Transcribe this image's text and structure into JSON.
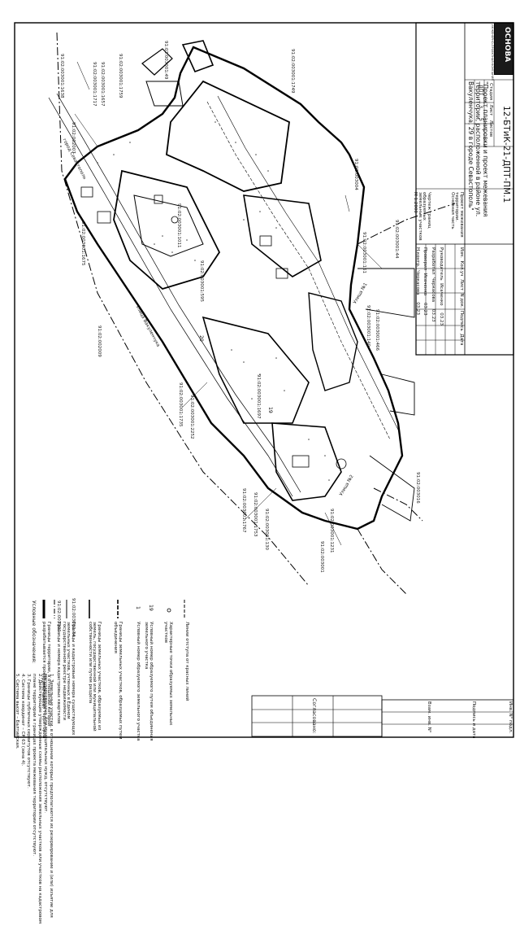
{
  "approval_label": "Согласовано:",
  "left_stamp": {
    "labels": [
      "Инв. N° подл.",
      "Подпись и дата",
      "Взам. инв. N°"
    ]
  },
  "title_block": {
    "doc_code": "12-БТиК-21-ДПТ-ПМ.1",
    "project_title": "\"Проект планировки и проект межевания территории, расположенной в районе ул. Вакуленчука, 29 в городе Севастополь\"",
    "header_row": [
      "Изм.",
      "Кол.уч",
      "Лист",
      "N док.",
      "Подпись",
      "Дата"
    ],
    "people": [
      {
        "role": "Руководитель",
        "name": "Исаченко",
        "date": "03.23"
      },
      {
        "role": "Разработал",
        "name": "Черкасова",
        "date": "03.23"
      },
      {
        "role": "Проверил",
        "name": "Исаченко",
        "date": "03.23"
      },
      {
        "role": "Н.контр.",
        "name": "Черкасова",
        "date": "03.23"
      }
    ],
    "section_title": "Проект межевания территории. Основная часть",
    "drawing_title": "Чертеж границ образуемых земельных участков М 1:2000",
    "stage_header": [
      "Стадия",
      "Лист",
      "Листов"
    ],
    "stage_values": [
      "ДПТ",
      "3",
      "5"
    ],
    "company": "ОСНОВА",
    "company_sub": "ИНЖЕНЕРНО-ПРОЕКТНАЯ КОМПАНИЯ"
  },
  "legend": {
    "title": "Условные обозначения:",
    "items": [
      {
        "code": "",
        "text": "Границы территории, в отношении которой разрабатывается проект межевания территории"
      },
      {
        "code": "91:02:003001",
        "text": "Границы и номера кадастровых кварталов"
      },
      {
        "code": "91:02:003001:74",
        "text": "Границы и кадастровые номера существующих земельных участков, учтенных в Едином государственном реестре недвижимости"
      },
      {
        "code": "",
        "text": "Границы земельных участков, образуемых из земель, государственной или муниципальной собственности или путем раздела"
      },
      {
        "code": "",
        "text": "Границы земельных участков, образуемых путем объединения"
      },
      {
        "code": "1",
        "text": "Условный номер образуемого земельного участка"
      },
      {
        "code": "19",
        "text": "Условный номер образуемого путем объединения земельного участка"
      },
      {
        "code": "",
        "text": "Характерные точки образуемых земельных участков"
      },
      {
        "code": "",
        "text": "Линии отступа от красных линий"
      }
    ]
  },
  "notes": {
    "title": "Примечание:",
    "items": [
      "1. Земельные участки, в отношении которых предполагаются их резервирование и (или) изъятие для государственных или муниципальных нужд, отсутствуют.",
      "2. Действующие утвержденные схемы расположения земельных участков или участков на кадастровом плане территории в границах проекта межевания территории отсутствуют.",
      "3. Границы публичных сервитутов отсутствуют.",
      "4. Система координат – СК 63 (зона 4).",
      "5. Система высот – Балтийская."
    ]
  },
  "map_labels": {
    "city": "город Севастополь",
    "street1": "Улица Вакуленчука",
    "street2": "Улица №1",
    "street3": "Улица №2",
    "quarters": [
      "91:02:002007",
      "91:02:002009",
      "91:02:003001",
      "91:02:003016",
      "91:02:003004"
    ],
    "parcels": [
      "91:02:003001:1638",
      "91:02:003001:1717",
      "91:02:003001:1657",
      "91:02:003001:1759",
      "91:02:003001:1749",
      "91:02:003001:49",
      "91:02:003001:1675",
      "91:02:003001:1011",
      "91:02:003001:595",
      "91:02:003001:1735",
      "91:02:003001:2252",
      "91:02:003001:1697",
      "91:02:003001:1767",
      "91:02:003001:1753",
      "91:02:003001:130",
      "91:02:003001:1231",
      "91:02:003001:161",
      "91:02:003001:44",
      "91:02:003001:140",
      "91:02:003001:466"
    ],
    "numbers": [
      "19",
      "20"
    ]
  }
}
